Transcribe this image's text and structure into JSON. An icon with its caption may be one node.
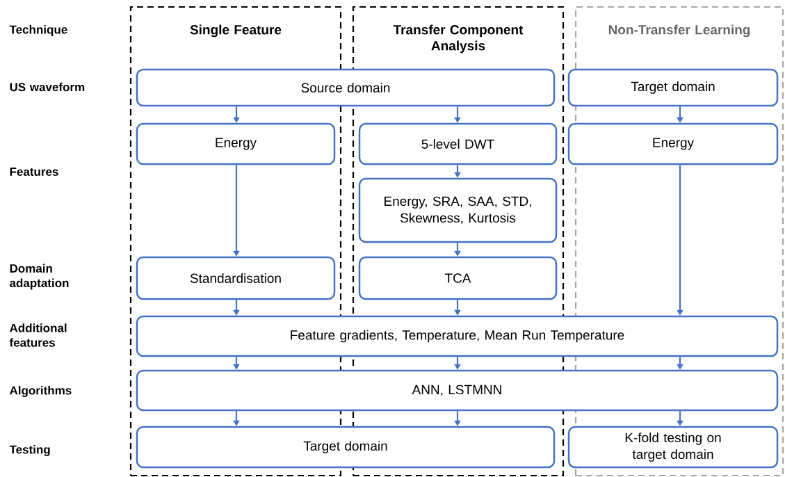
{
  "diagram": {
    "nodes": [
      {
        "text": [
          "Single Feature"
        ]
      },
      {
        "text": [
          "Transfer Component Analysis"
        ]
      },
      {
        "text": [
          "Non-Transfer Learning"
        ]
      },
      {
        "text": [
          "Source domain"
        ]
      },
      {
        "text": [
          "Target domain"
        ],
        "in": 2
      },
      {
        "text": [
          "Energy"
        ],
        "in": 0
      },
      {
        "text": [
          "5-level DWT"
        ],
        "in": 1
      },
      {
        "text": [
          "Energy, SRA, SAA, STD, Skewness, Kurtosis"
        ],
        "in": 1
      },
      {
        "text": [
          "Energy"
        ],
        "in": 2
      },
      {
        "text": [
          "Standardisation"
        ],
        "in": 0
      },
      {
        "text": [
          "TCA"
        ],
        "in": 1
      },
      {
        "text": [
          "Feature gradients, Temperature, Mean Run Temperature"
        ]
      },
      {
        "text": [
          "ANN, LSTMNN"
        ]
      },
      {
        "text": [
          "Target domain"
        ]
      },
      {
        "text": [
          "K-fold testing on target domain"
        ],
        "in": 2
      }
    ],
    "edges": [
      {
        "from": 3,
        "to": 5,
        "arrow": "to"
      },
      {
        "from": 3,
        "to": 6,
        "arrow": "to"
      },
      {
        "from": 4,
        "to": 8,
        "arrow": "to"
      },
      {
        "from": 5,
        "to": 9,
        "arrow": "to"
      },
      {
        "from": 6,
        "to": 7,
        "arrow": "to"
      },
      {
        "from": 7,
        "to": 10,
        "arrow": "to"
      },
      {
        "from": 8,
        "to": 11,
        "arrow": "to"
      },
      {
        "from": 9,
        "to": 11,
        "arrow": "to"
      },
      {
        "from": 10,
        "to": 11,
        "arrow": "to"
      },
      {
        "from": 11,
        "to": 12,
        "arrow": "to"
      },
      {
        "from": 11,
        "to": 12,
        "arrow": "to"
      },
      {
        "from": 11,
        "to": 12,
        "arrow": "to"
      },
      {
        "from": 12,
        "to": 13,
        "arrow": "to"
      },
      {
        "from": 12,
        "to": 13,
        "arrow": "to"
      },
      {
        "from": 12,
        "to": 14,
        "arrow": "to"
      }
    ],
    "labels": [
      "Technique",
      "US waveform",
      "Features",
      "Domain adaptation",
      "Additional features",
      "Algorithms",
      "Testing"
    ]
  }
}
